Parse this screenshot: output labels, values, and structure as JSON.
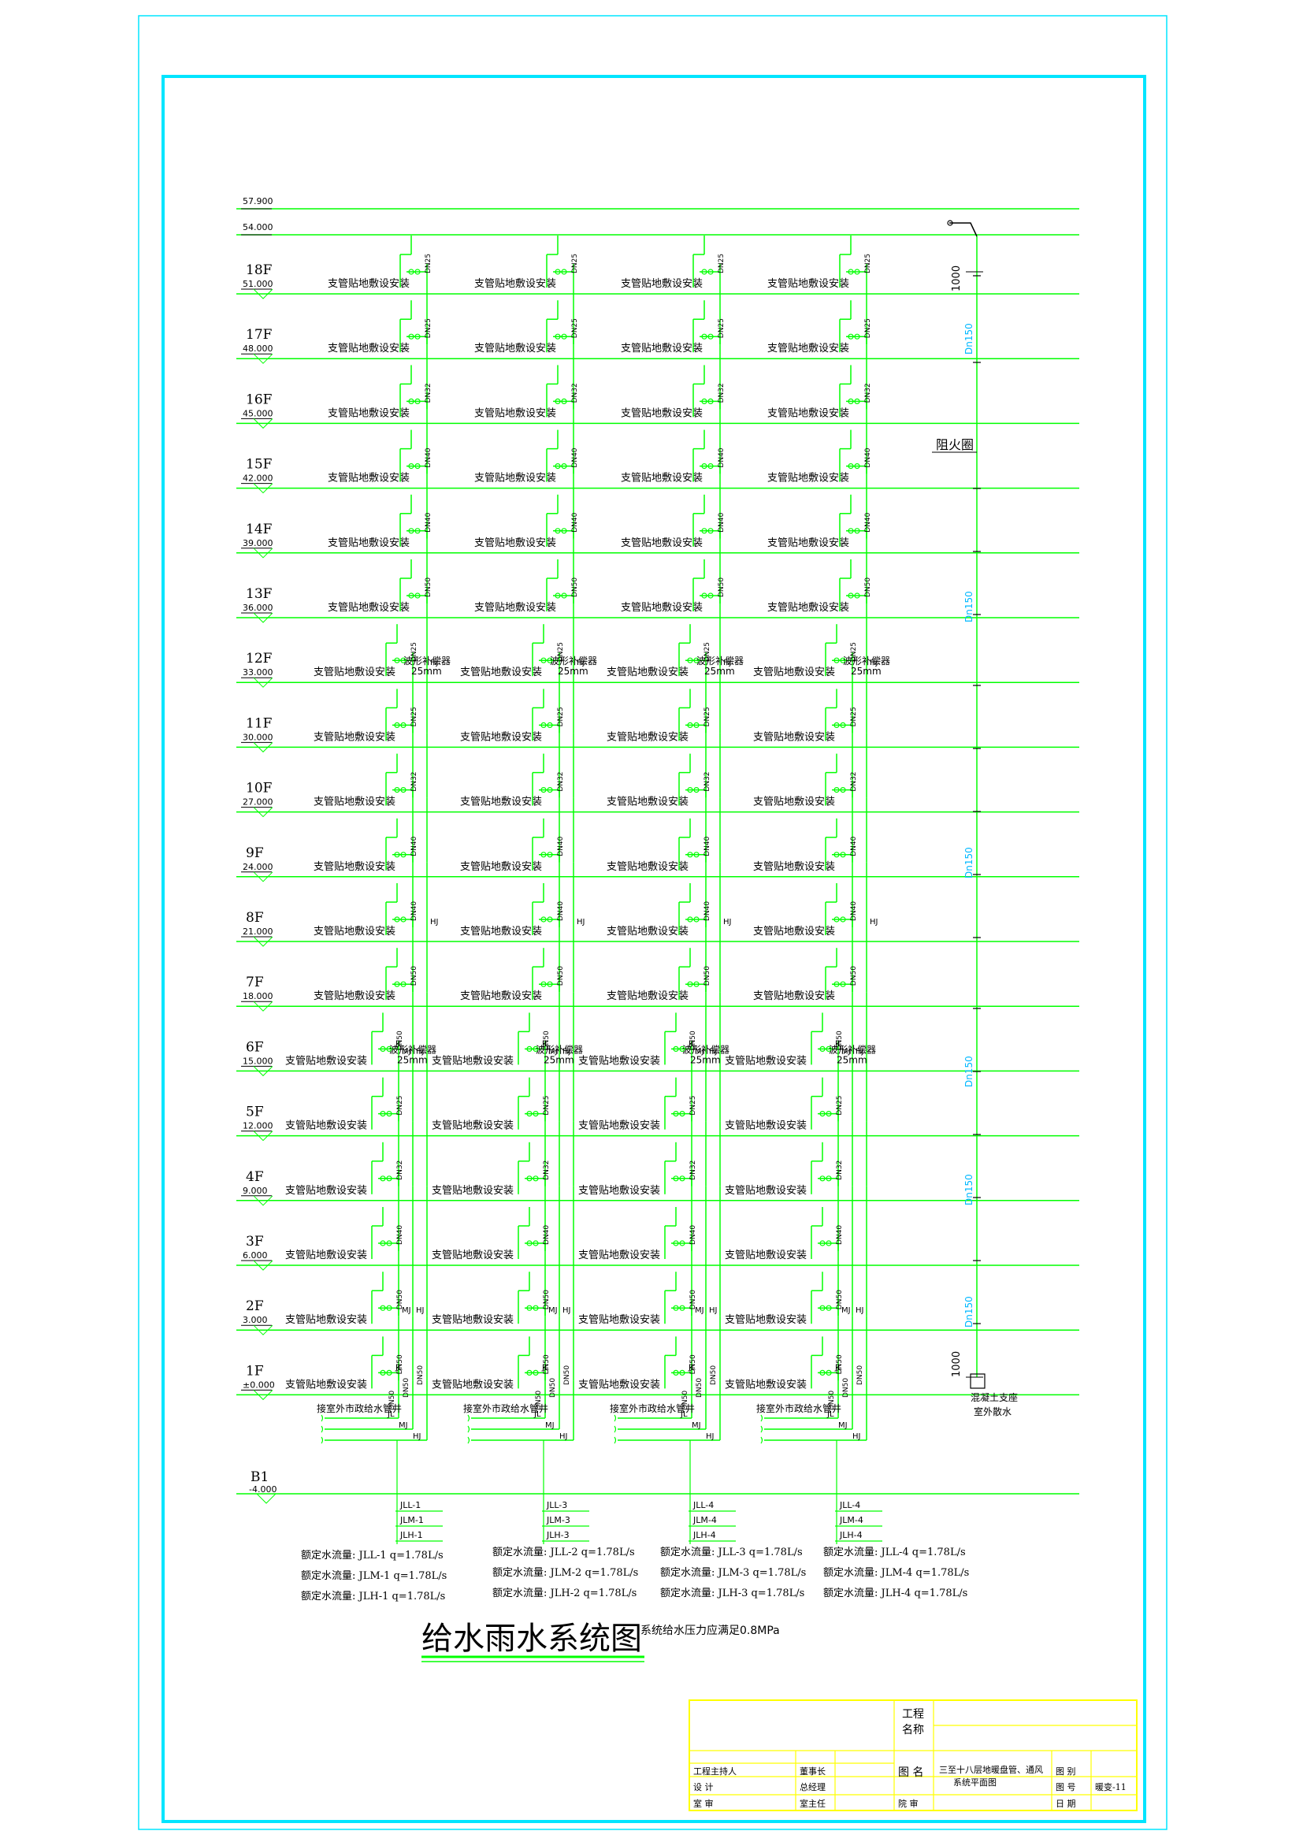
{
  "colors": {
    "frame": "#00e5ff",
    "pipe": "#00ff00",
    "text": "#000000",
    "title_block": "#ffff00",
    "riser_label": "#00b8ff"
  },
  "top_levels": [
    "57.900",
    "54.000"
  ],
  "floors": [
    {
      "label": "18F",
      "elev": "51.000",
      "dim": "DN25"
    },
    {
      "label": "17F",
      "elev": "48.000",
      "dim": "DN25"
    },
    {
      "label": "16F",
      "elev": "45.000",
      "dim": "DN32"
    },
    {
      "label": "15F",
      "elev": "42.000",
      "dim": "DN40"
    },
    {
      "label": "14F",
      "elev": "39.000",
      "dim": "DN40"
    },
    {
      "label": "13F",
      "elev": "36.000",
      "dim": "DN50"
    },
    {
      "label": "12F",
      "elev": "33.000",
      "dim": "DN25"
    },
    {
      "label": "11F",
      "elev": "30.000",
      "dim": "DN25"
    },
    {
      "label": "10F",
      "elev": "27.000",
      "dim": "DN32"
    },
    {
      "label": "9F",
      "elev": "24.000",
      "dim": "DN40"
    },
    {
      "label": "8F",
      "elev": "21.000",
      "dim": "DN40"
    },
    {
      "label": "7F",
      "elev": "18.000",
      "dim": "DN50"
    },
    {
      "label": "6F",
      "elev": "15.000",
      "dim": "DN50"
    },
    {
      "label": "5F",
      "elev": "12.000",
      "dim": "DN25"
    },
    {
      "label": "4F",
      "elev": "9.000",
      "dim": "DN32"
    },
    {
      "label": "3F",
      "elev": "6.000",
      "dim": "DN40"
    },
    {
      "label": "2F",
      "elev": "3.000",
      "dim": "DN50"
    },
    {
      "label": "1F",
      "elev": "±0.000",
      "dim": "DN50"
    }
  ],
  "basement": {
    "label": "B1",
    "elev": "-4.000"
  },
  "branch_note": "支管贴地敷设安装",
  "compensator": {
    "label": "波形补偿器",
    "size": "25mm"
  },
  "pipe_tags": {
    "jl": "JL",
    "mj": "MJ",
    "hj": "HJ"
  },
  "bottom_dims": [
    "DN50",
    "DN50",
    "DN50"
  ],
  "supply_note": "接室外市政给水管井",
  "systems": [
    {
      "risers": [
        "JLL-1",
        "JLM-1",
        "JLH-1"
      ],
      "flows": [
        "额定水流量: JLL-1  q=1.78L/s",
        "额定水流量: JLM-1  q=1.78L/s",
        "额定水流量: JLH-1  q=1.78L/s"
      ]
    },
    {
      "risers": [
        "JLL-3",
        "JLM-3",
        "JLH-3"
      ],
      "flows": [
        "额定水流量: JLL-2  q=1.78L/s",
        "额定水流量: JLM-2  q=1.78L/s",
        "额定水流量: JLH-2  q=1.78L/s"
      ]
    },
    {
      "risers": [
        "JLL-4",
        "JLM-4",
        "JLH-4"
      ],
      "flows": [
        "额定水流量: JLL-3  q=1.78L/s",
        "额定水流量: JLM-3  q=1.78L/s",
        "额定水流量: JLH-3  q=1.78L/s"
      ]
    },
    {
      "risers": [
        "JLL-4",
        "JLM-4",
        "JLH-4"
      ],
      "flows": [
        "额定水流量: JLL-4  q=1.78L/s",
        "额定水流量: JLM-4  q=1.78L/s",
        "额定水流量: JLH-4  q=1.78L/s"
      ]
    }
  ],
  "rain": {
    "riser_labels": [
      "Dn150",
      "Dn150",
      "Dn150",
      "Dn150",
      "Dn150",
      "Dn150"
    ],
    "top_dim": "1000",
    "bottom_dim": "1000",
    "fire_ring": "阻火圈",
    "base_note_1": "混凝土支座",
    "base_note_2": "室外散水"
  },
  "drawing_title": "给水雨水系统图",
  "title_note": "系统给水压力应满足0.8MPa",
  "title_block": {
    "project_name": "工程\n名称",
    "drawing_name_label": "图  名",
    "drawing_name": "三至十八层地暖盘管、通风\n系统平面图",
    "leader": "工程主持人",
    "chairman": "董事长",
    "designer": "设    计",
    "gm": "总经理",
    "checker": "室    审",
    "director": "室主任",
    "reviewer": "院    审",
    "category_label": "图    别",
    "number_label": "图    号",
    "number": "暖变-11",
    "date_label": "日    期"
  }
}
